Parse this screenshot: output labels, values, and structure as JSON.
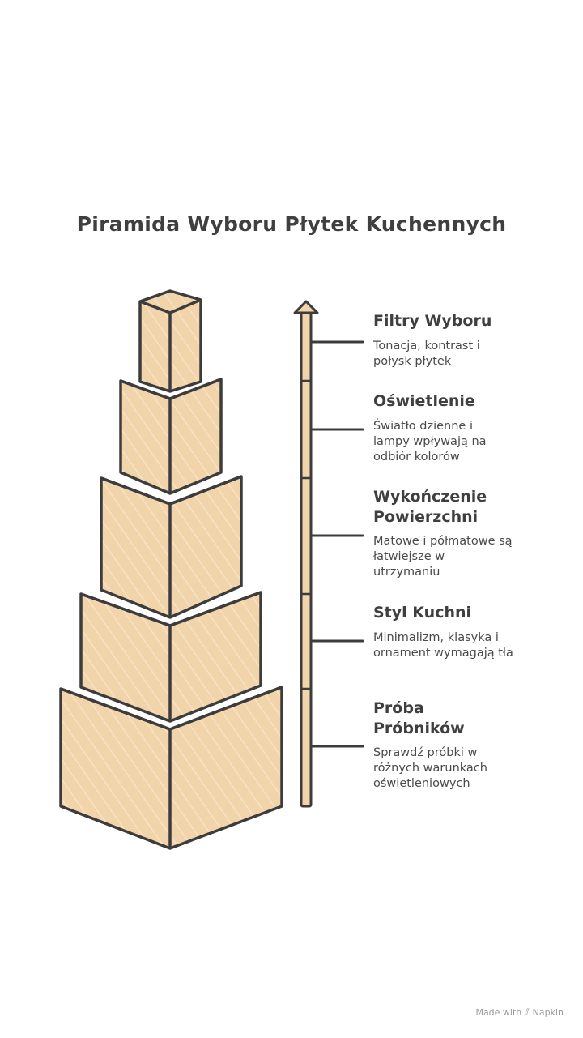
{
  "title": "Piramida Wyboru Płytek Kuchennych",
  "colors": {
    "box_fill": "#f2d4aa",
    "box_stroke": "#3c3c3c",
    "text": "#3f3f3f",
    "arrow_fill": "#f2d4aa"
  },
  "levels": [
    {
      "title": "Filtry Wyboru",
      "desc": "Tonacja, kontrast i połysk płytek"
    },
    {
      "title": "Oświetlenie",
      "desc": "Światło dzienne i lampy wpływają na odbiór kolorów"
    },
    {
      "title": "Wykończenie Powierzchni",
      "desc": "Matowe i półmatowe są łatwiejsze w utrzymaniu"
    },
    {
      "title": "Styl Kuchni",
      "desc": "Minimalizm, klasyka i ornament wymagają tła"
    },
    {
      "title": "Próba Próbników",
      "desc": "Sprawdź próbki w różnych warunkach oświetleniowych"
    }
  ],
  "footer": {
    "made_with": "Made with",
    "brand": "Napkin",
    "logo_icon": "napkin-logo-icon"
  }
}
